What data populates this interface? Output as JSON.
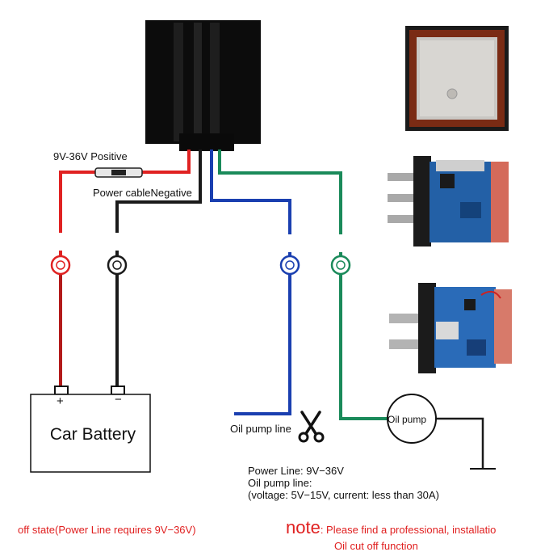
{
  "labels": {
    "positive": "9V-36V Positive",
    "negative": "Power cableNegative",
    "battery": "Car Battery",
    "plus": "+",
    "minus": "−",
    "oil_line": "Oil pump line",
    "oil_pump": "Oil pump"
  },
  "notes": {
    "line1": "Power Line: 9V−36V",
    "line2": "Oil pump line:",
    "line3": "(voltage: 5V−15V, current: less than 30A)"
  },
  "footer": {
    "left": "off state(Power Line requires 9V−36V)",
    "note_word": "note",
    "note_text": ": Please find a professional, installatio",
    "bottom": "Oil cut off function"
  },
  "colors": {
    "red_wire": "#e02222",
    "black_wire": "#1a1a1a",
    "blue_wire": "#1a3fb0",
    "green_wire": "#1a8a5a",
    "accent_red": "#e02020"
  },
  "icons": [
    "scissors-icon",
    "ring-terminal-icon",
    "fuse-icon",
    "ground-icon"
  ]
}
